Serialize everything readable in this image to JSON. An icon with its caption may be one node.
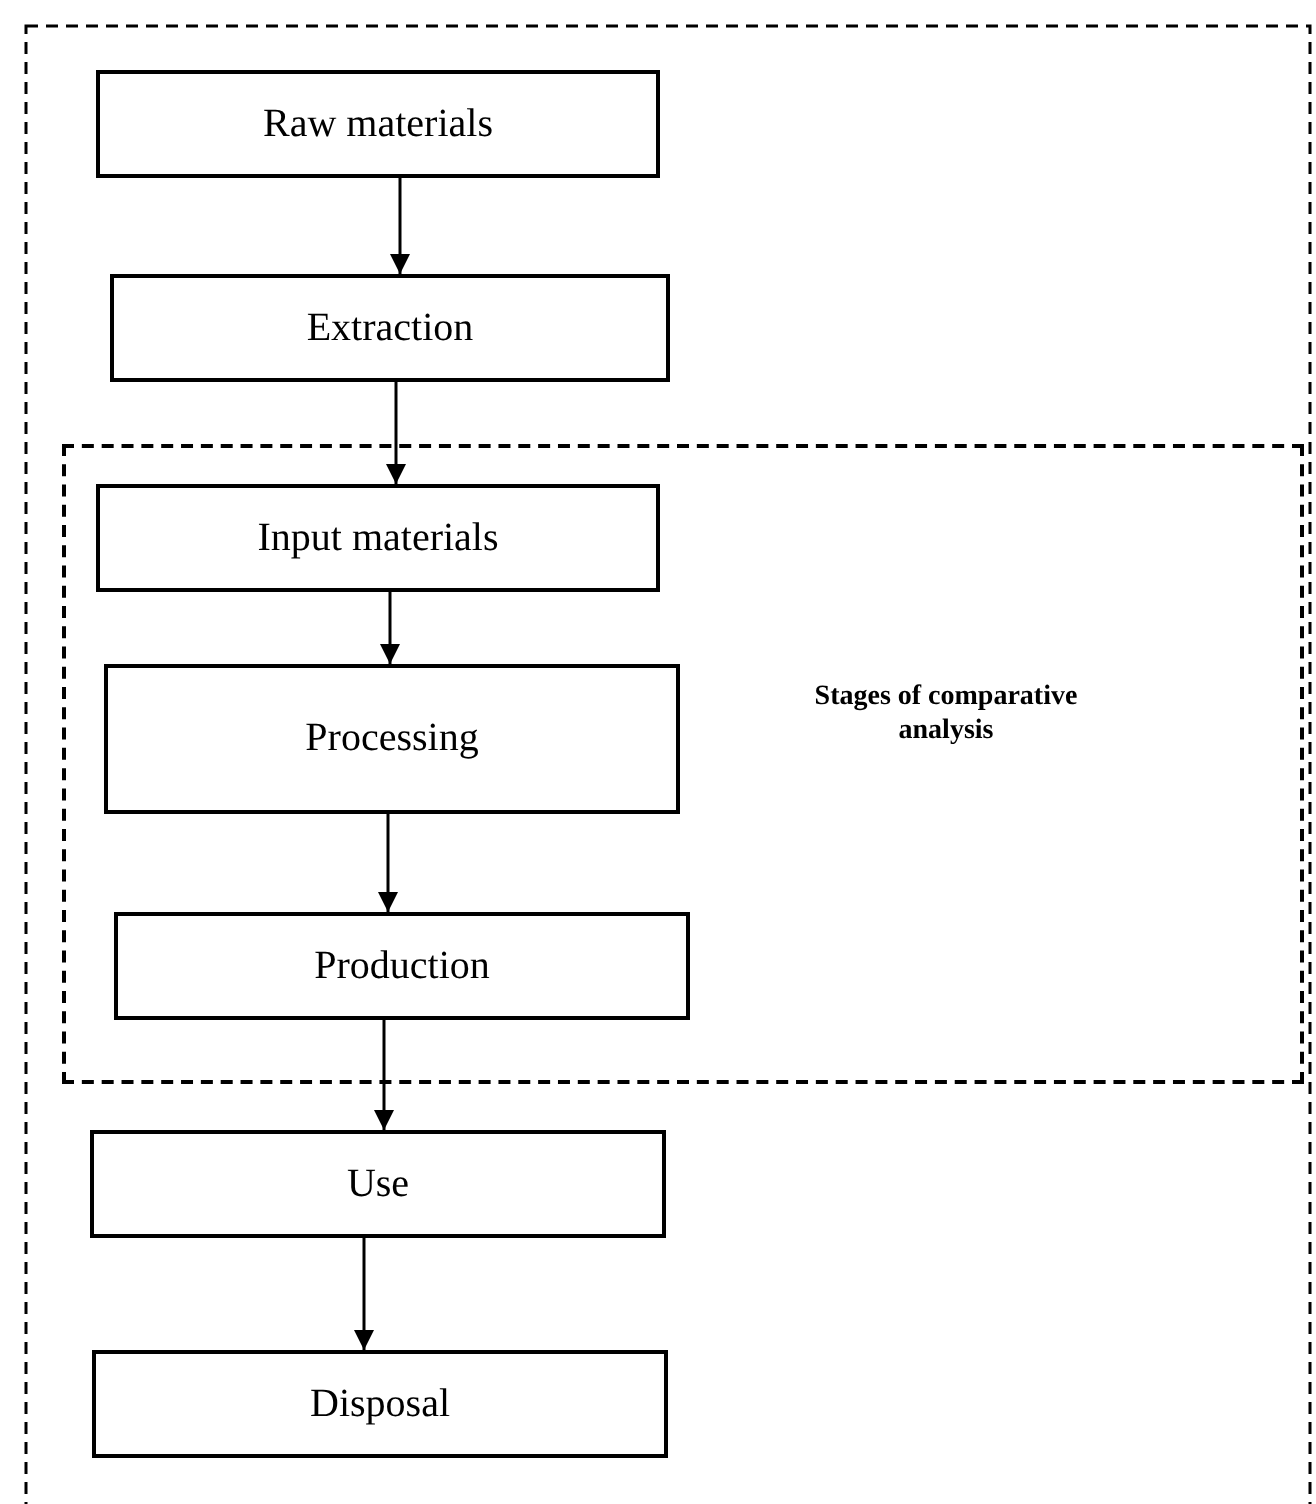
{
  "diagram": {
    "nodes": [
      {
        "text": [
          "Raw materials"
        ]
      },
      {
        "text": [
          "Extraction"
        ]
      },
      {
        "text": [
          "Stages of comparative analysis"
        ]
      },
      {
        "text": [
          "Input materials"
        ],
        "in": 2
      },
      {
        "text": [
          "Processing"
        ],
        "in": 2
      },
      {
        "text": [
          "Production"
        ],
        "in": 2
      },
      {
        "text": [
          "Use"
        ]
      },
      {
        "text": [
          "Disposal"
        ]
      }
    ],
    "edges": [
      {
        "from": 0,
        "to": 1,
        "arrow": "to"
      },
      {
        "from": 1,
        "to": 3,
        "arrow": "to"
      },
      {
        "from": 3,
        "to": 4,
        "arrow": "to"
      },
      {
        "from": 4,
        "to": 5,
        "arrow": "to"
      },
      {
        "from": 5,
        "to": 6,
        "arrow": "to"
      },
      {
        "from": 6,
        "to": 7,
        "arrow": "to"
      }
    ]
  }
}
